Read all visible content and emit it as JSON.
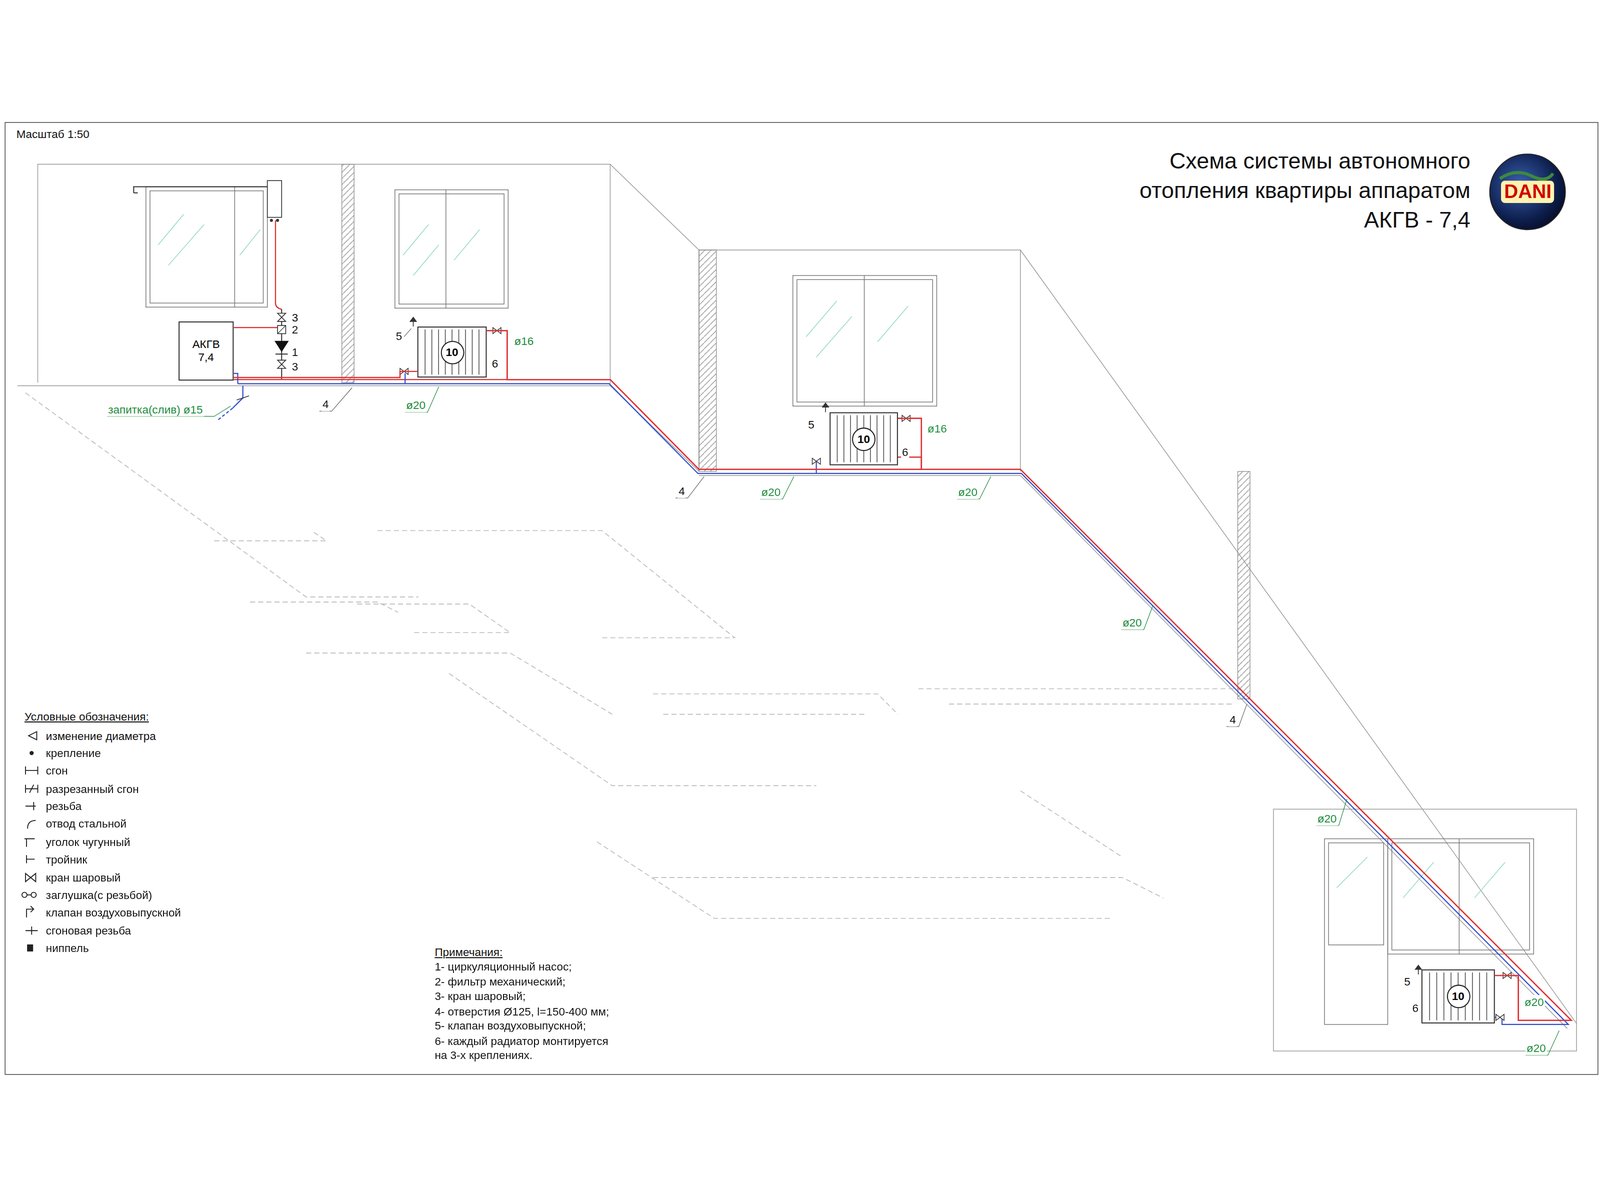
{
  "diagram": {
    "title": "Схема системы автономного отопления квартиры аппаратом АКГВ - 7,4",
    "nodes": [
      {
        "text": [
          "АКГВ 7,4"
        ]
      },
      {
        "text": [
          "10"
        ]
      },
      {
        "text": [
          "10"
        ]
      },
      {
        "text": [
          "10"
        ]
      }
    ],
    "edges": [
      {
        "from": 0,
        "to": 1,
        "arrow": "none"
      },
      {
        "from": 1,
        "to": 2,
        "arrow": "none"
      },
      {
        "from": 2,
        "to": 3,
        "arrow": "none"
      }
    ],
    "labels": [
      "Масштаб 1:50",
      "DANI",
      "3",
      "2",
      "1",
      "3",
      "запитка(слив) ø15",
      "4",
      "5",
      "ø16",
      "6",
      "ø20",
      "5",
      "ø16",
      "6",
      "4",
      "ø20",
      "ø20",
      "ø20",
      "4",
      "ø20",
      "5",
      "ø20",
      "6",
      "ø20",
      "Условные обозначения:",
      "Примечания:",
      "1- циркуляционный насос;",
      "2- фильтр механический;",
      "3- кран шаровый;",
      "4- отверстия Ø125, l=150-400 мм;",
      "5- клапан воздуховыпускной;",
      "6- каждый радиатор монтируется на 3-х креплениях."
    ],
    "legend": [
      {
        "text": "изменение диаметра"
      },
      {
        "text": "крепление"
      },
      {
        "text": "сгон"
      },
      {
        "text": "разрезанный сгон"
      },
      {
        "text": "резьба"
      },
      {
        "text": "отвод стальной"
      },
      {
        "text": "уголок чугунный"
      },
      {
        "text": "тройник"
      },
      {
        "text": "кран шаровый"
      },
      {
        "text": "заглушка(с резьбой)"
      },
      {
        "text": "клапан воздуховыпускной"
      },
      {
        "text": "сгоновая резьба"
      },
      {
        "text": "ниппель"
      }
    ]
  }
}
